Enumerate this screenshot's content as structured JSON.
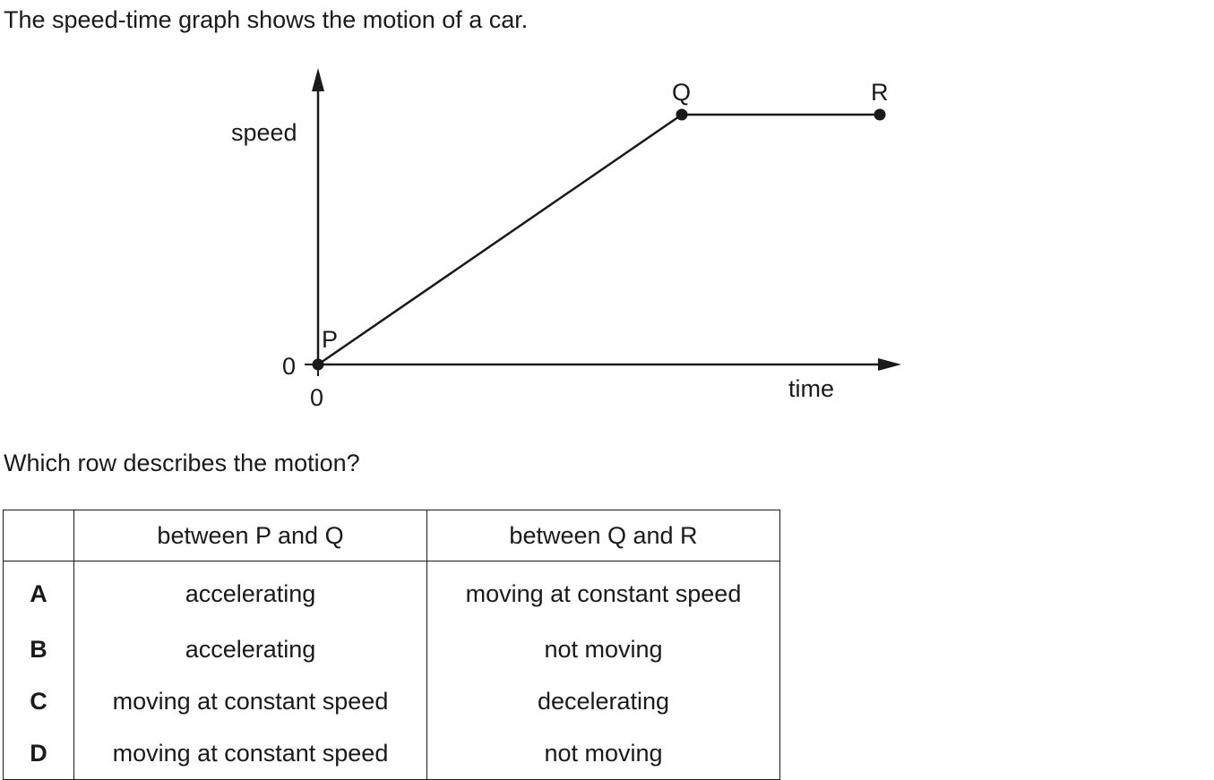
{
  "intro": "The speed-time graph shows the motion of a car.",
  "graph": {
    "y_label": "speed",
    "x_label": "time",
    "y_origin_label": "0",
    "x_origin_label": "0",
    "point_p": "P",
    "point_q": "Q",
    "point_r": "R"
  },
  "question": "Which row describes the motion?",
  "table": {
    "headers": [
      "",
      "between P and Q",
      "between Q and R"
    ],
    "rows": [
      {
        "letter": "A",
        "pq": "accelerating",
        "qr": "moving at constant speed"
      },
      {
        "letter": "B",
        "pq": "accelerating",
        "qr": "not moving"
      },
      {
        "letter": "C",
        "pq": "moving at constant speed",
        "qr": "decelerating"
      },
      {
        "letter": "D",
        "pq": "moving at constant speed",
        "qr": "not moving"
      }
    ]
  }
}
